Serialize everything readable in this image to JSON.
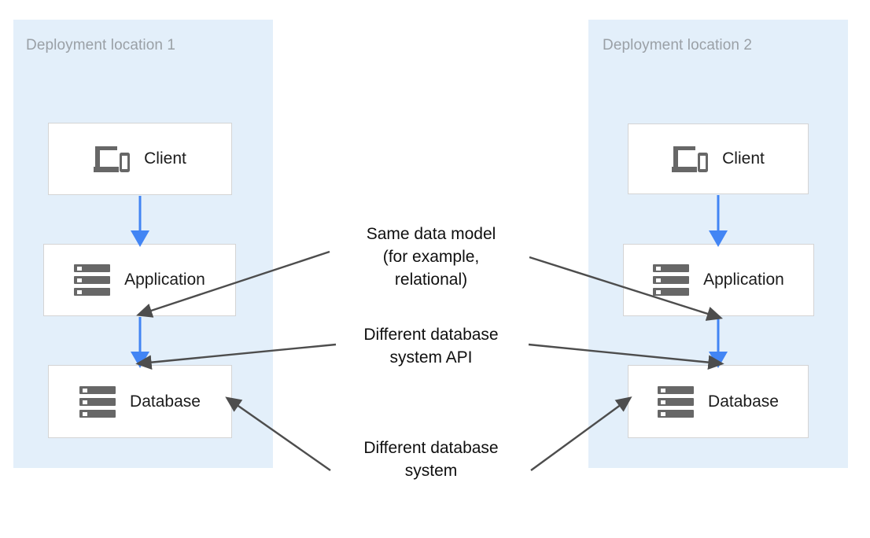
{
  "diagram": {
    "title_hidden": "",
    "colors": {
      "zone_fill": "#e3effa",
      "node_fill": "#ffffff",
      "node_border": "#d4d4d4",
      "flow_arrow": "#4285f4",
      "leader_line": "#4d4d4d",
      "zone_label_text": "#9aa0a6",
      "node_label_text": "#1b1b1b",
      "callout_text": "#0f0f0f",
      "icon_gray": "#676767"
    },
    "zones": [
      {
        "id": "zone-1",
        "label": "Deployment location 1"
      },
      {
        "id": "zone-2",
        "label": "Deployment location 2"
      }
    ],
    "nodes": [
      {
        "id": "client-1",
        "label": "Client",
        "icon": "devices-icon"
      },
      {
        "id": "application-1",
        "label": "Application",
        "icon": "server-icon"
      },
      {
        "id": "database-1",
        "label": "Database",
        "icon": "server-icon"
      },
      {
        "id": "client-2",
        "label": "Client",
        "icon": "devices-icon"
      },
      {
        "id": "application-2",
        "label": "Application",
        "icon": "server-icon"
      },
      {
        "id": "database-2",
        "label": "Database",
        "icon": "server-icon"
      }
    ],
    "callouts": [
      {
        "id": "callout-data-model",
        "text": "Same data model\n(for example,\nrelational)"
      },
      {
        "id": "callout-db-api",
        "text": "Different database\nsystem API"
      },
      {
        "id": "callout-db-system",
        "text": "Different database\nsystem"
      }
    ]
  }
}
